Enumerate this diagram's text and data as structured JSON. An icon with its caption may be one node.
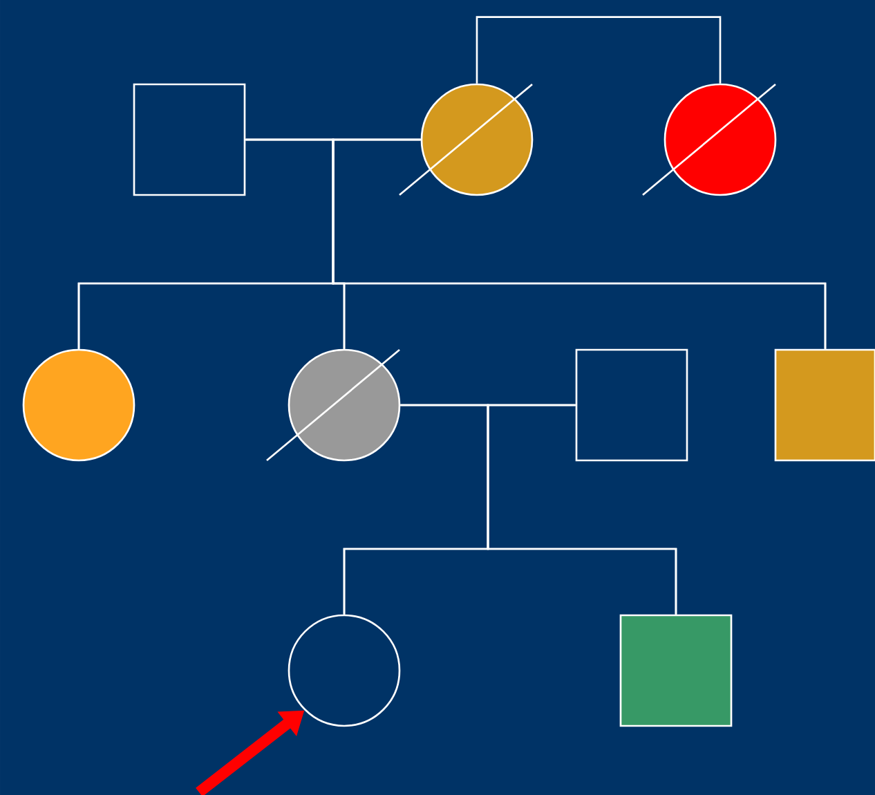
{
  "diagram": {
    "nodes": [
      {
        "text": [],
        "shape": "box"
      },
      {
        "text": [],
        "shape": "circle"
      },
      {
        "text": [],
        "shape": "circle"
      },
      {
        "text": [],
        "shape": "circle"
      },
      {
        "text": [],
        "shape": "circle"
      },
      {
        "text": [],
        "shape": "box"
      },
      {
        "text": [],
        "shape": "box"
      },
      {
        "text": [],
        "shape": "circle"
      },
      {
        "text": [],
        "shape": "box"
      }
    ],
    "edges": [
      {
        "from": 1,
        "to": 2,
        "arrow": "none"
      },
      {
        "from": 0,
        "to": 1,
        "arrow": "none"
      },
      {
        "from": 0,
        "to": 3,
        "arrow": "none"
      },
      {
        "from": 1,
        "to": 3,
        "arrow": "none"
      },
      {
        "from": 0,
        "to": 4,
        "arrow": "none"
      },
      {
        "from": 1,
        "to": 4,
        "arrow": "none"
      },
      {
        "from": 0,
        "to": 6,
        "arrow": "none"
      },
      {
        "from": 1,
        "to": 6,
        "arrow": "none"
      },
      {
        "from": 4,
        "to": 5,
        "arrow": "none"
      },
      {
        "from": 4,
        "to": 7,
        "arrow": "none"
      },
      {
        "from": 5,
        "to": 7,
        "arrow": "none"
      },
      {
        "from": 4,
        "to": 8,
        "arrow": "none"
      },
      {
        "from": 5,
        "to": 8,
        "arrow": "none"
      },
      {
        "from": null,
        "to": 7,
        "arrow": "to",
        "style": "thick",
        "color": "#ff0000"
      }
    ]
  }
}
